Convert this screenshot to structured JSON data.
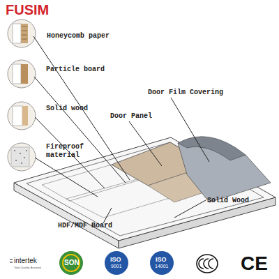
{
  "diagram": {
    "labels": [
      "FUSIM",
      "Honeycomb paper",
      "Particle board",
      "Solid wood",
      "Fireproof material",
      "Door Film Covering",
      "Door Panel",
      "Solid Wood",
      "HDF/MDF Board",
      "intertek",
      "Total Quality. Assured.",
      "SON",
      "ISO",
      "9001",
      "ISO",
      "14001",
      "CE"
    ]
  }
}
